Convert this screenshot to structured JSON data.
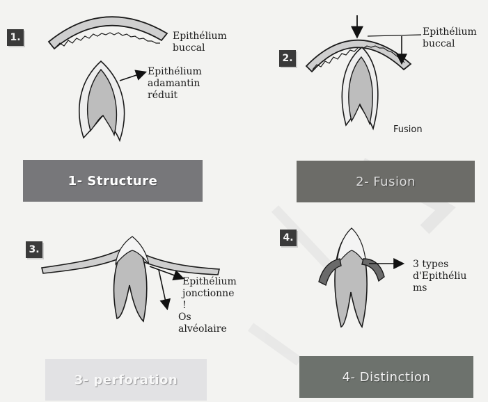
{
  "panels": [
    {
      "badge": "1.",
      "labels": [
        "Epithélium\nbuccal",
        "Epithélium\nadamantin\nréduit"
      ],
      "caption": "1- Structure"
    },
    {
      "badge": "2.",
      "labels": [
        "Epithélium\nbuccal",
        "Fusion"
      ],
      "caption": "2- Fusion"
    },
    {
      "badge": "3.",
      "labels": [
        "Epithélium\njonctionne\n!",
        "Os\nalvéolaire"
      ],
      "caption": "3- perforation"
    },
    {
      "badge": "4.",
      "labels": [
        "3 types\nd'Epithéliu\nms"
      ],
      "caption": "4- Distinction"
    }
  ],
  "colors": {
    "caption_1": "#77777a",
    "caption_2": "#6c6c68",
    "caption_3": "#e2e2e4",
    "caption_4": "#6d726d",
    "epithelium_fill": "#cfcfcf",
    "tooth_fill": "#bdbdbd",
    "outline": "#1a1a1a"
  }
}
